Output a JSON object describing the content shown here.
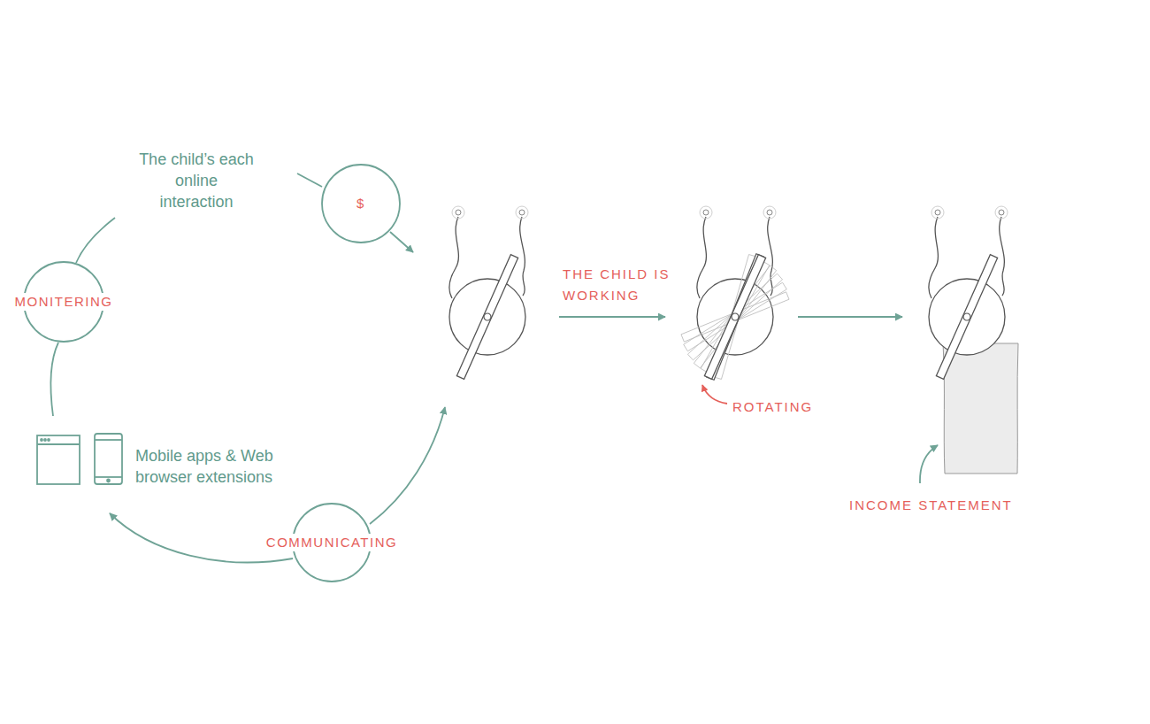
{
  "diagram": {
    "nodes": [
      {
        "text": [
          "$"
        ]
      },
      {
        "text": [
          "MONITERING"
        ]
      },
      {
        "text": [
          "COMMUNICATING"
        ]
      }
    ],
    "labels": [
      "The child’s each online interaction",
      "Mobile apps & Web browser extensions",
      "THE CHILD IS WORKING",
      "ROTATING",
      "INCOME STATEMENT"
    ]
  }
}
